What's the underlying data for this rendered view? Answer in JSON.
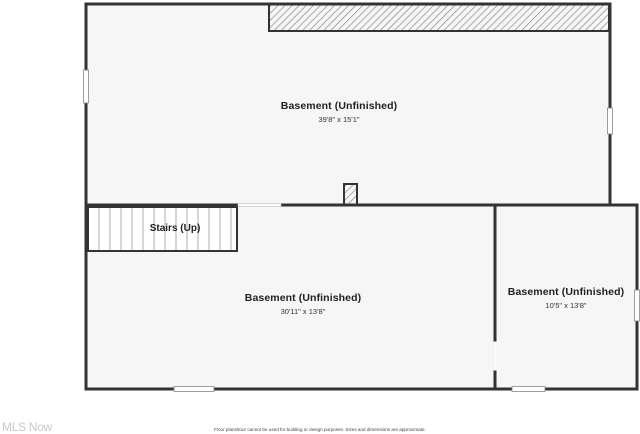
{
  "rooms": [
    {
      "name": "Basement (Unfinished)",
      "dimensions": "39'8\" x 15'1\""
    },
    {
      "name": "Basement (Unfinished)",
      "dimensions": "30'11\" x 13'8\""
    },
    {
      "name": "Basement (Unfinished)",
      "dimensions": "10'5\" x 13'8\""
    }
  ],
  "stairs": {
    "label": "Stairs (Up)"
  },
  "footer": {
    "disclaimer": "Floor plans/tour cannot be used for building or design purposes. Sizes and dimensions are approximate."
  },
  "watermark": {
    "text": "MLS Now"
  },
  "colors": {
    "wall": "#333333",
    "floor": "#f6f6f6",
    "hatch": "#888888",
    "window": "#d8d8d8"
  }
}
